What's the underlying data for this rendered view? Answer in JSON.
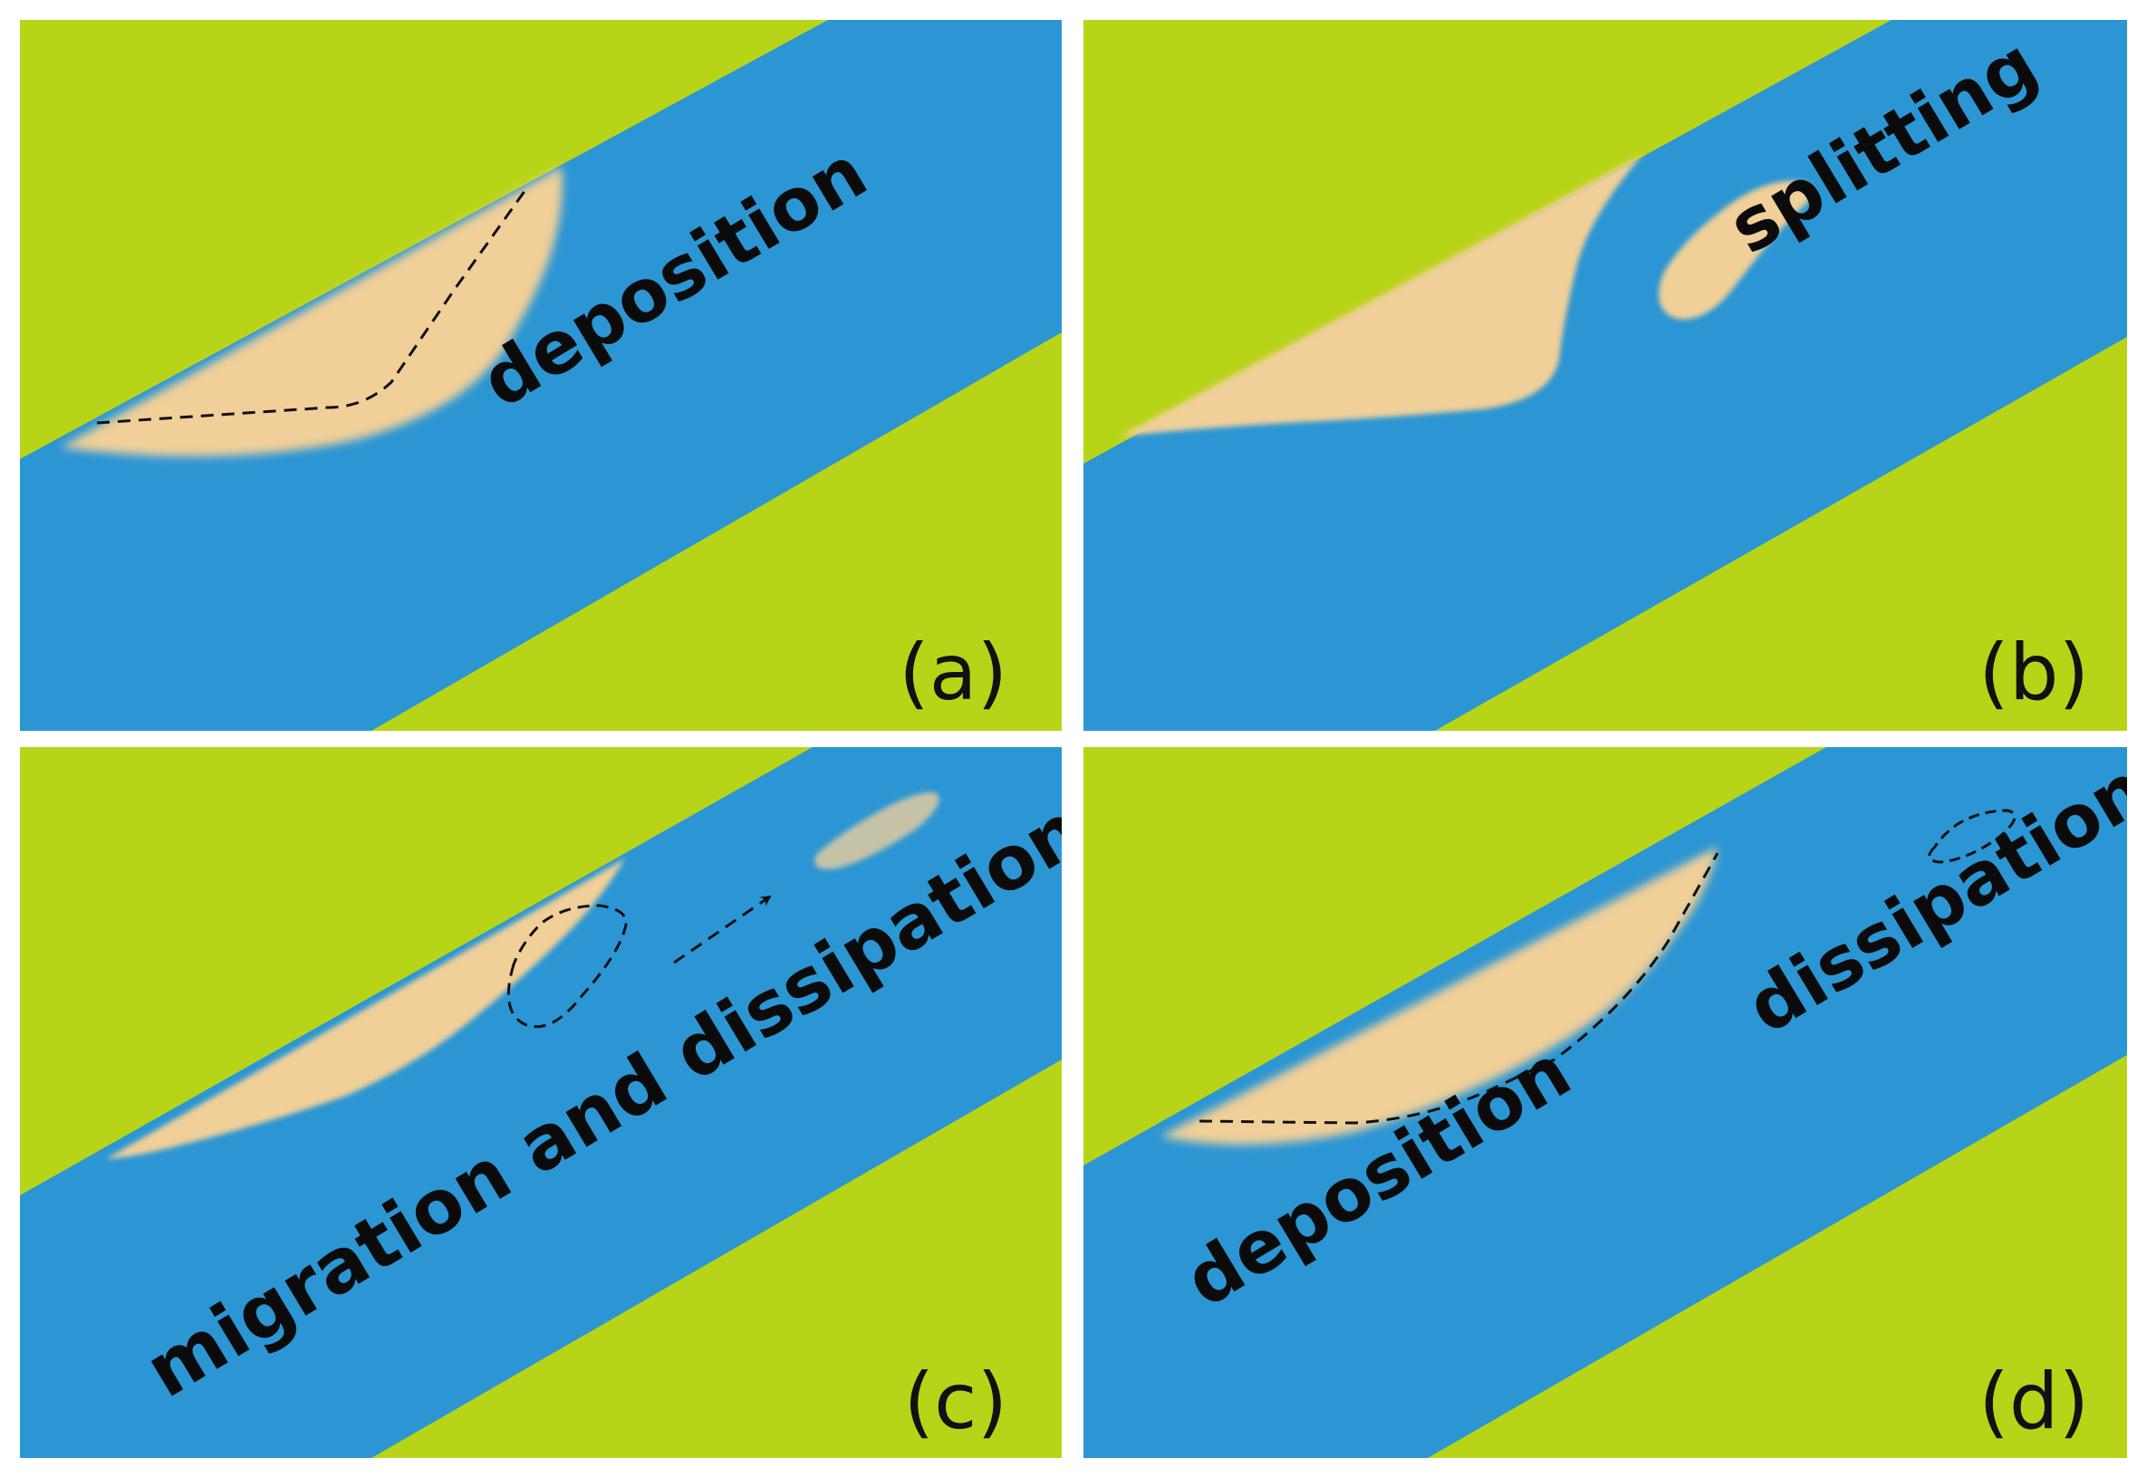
{
  "colors": {
    "land": "#b8d418",
    "water": "#2b96d3",
    "sand": "#f0cf98",
    "fading_bar": "#c6c2a8",
    "text": "#0b0b0b"
  },
  "panels": [
    {
      "id": "a",
      "caption": "(a)",
      "labels": [
        "deposition"
      ]
    },
    {
      "id": "b",
      "caption": "(b)",
      "labels": [
        "splitting"
      ]
    },
    {
      "id": "c",
      "caption": "(c)",
      "labels": [
        "migration and dissipation"
      ]
    },
    {
      "id": "d",
      "caption": "(d)",
      "labels": [
        "deposition",
        "dissipation"
      ]
    }
  ]
}
